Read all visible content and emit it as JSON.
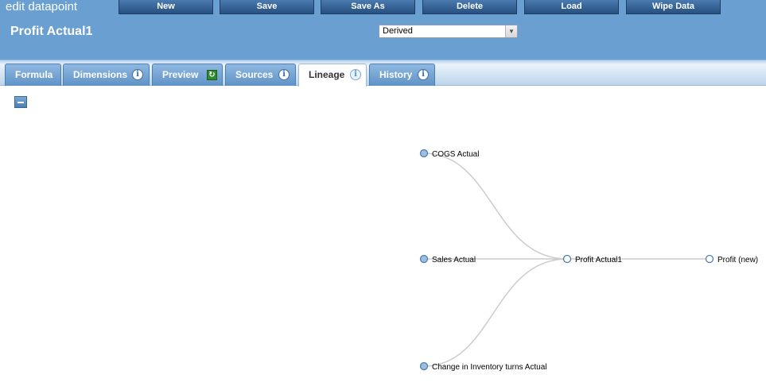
{
  "app": {
    "title": "edit datapoint"
  },
  "toolbar": {
    "buttons": [
      "New",
      "Save",
      "Save As",
      "Delete",
      "Load",
      "Wipe Data"
    ]
  },
  "datapoint": {
    "name": "Profit Actual1"
  },
  "type_select": {
    "value": "Derived"
  },
  "tabs": [
    {
      "label": "Formula",
      "icon": ""
    },
    {
      "label": "Dimensions",
      "icon": "info-icon"
    },
    {
      "label": "Preview",
      "icon": "refresh-icon"
    },
    {
      "label": "Sources",
      "icon": "info-icon"
    },
    {
      "label": "Lineage",
      "icon": "info-icon",
      "active": true
    },
    {
      "label": "History",
      "icon": "info-icon"
    }
  ],
  "lineage": {
    "sources": [
      "COGS Actual",
      "Sales Actual",
      "Change in Inventory turns Actual"
    ],
    "target": "Profit Actual1",
    "downstream": [
      "Profit (new)"
    ],
    "colors": {
      "source_node": "#9fbde0",
      "node_stroke": "#4f7fae",
      "link": "#cccccc"
    }
  }
}
